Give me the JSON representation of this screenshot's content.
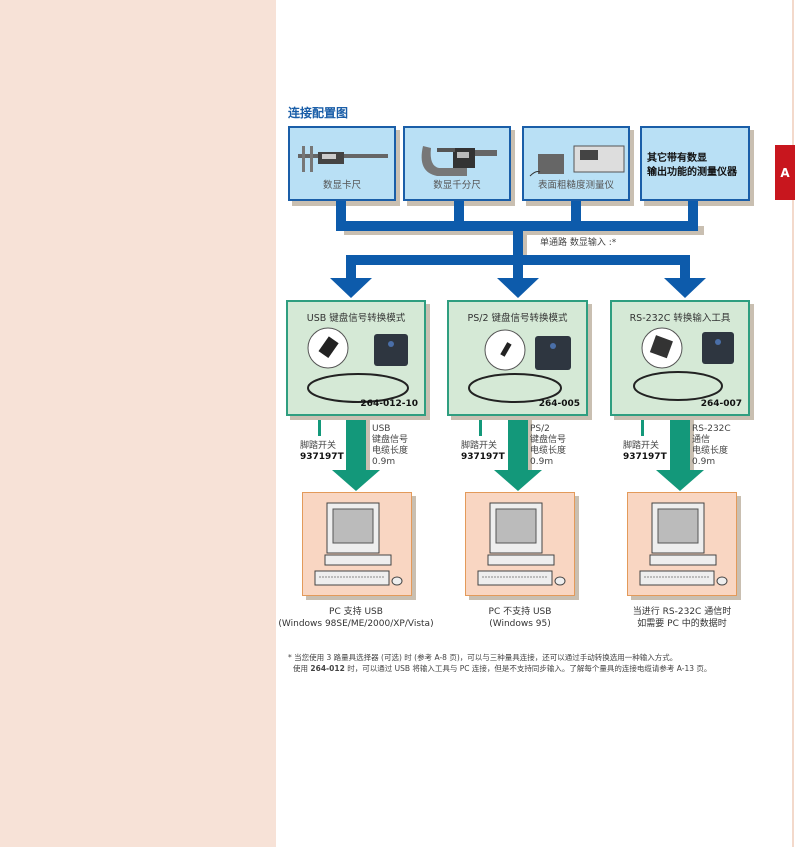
{
  "page_title": "连接配置图",
  "section_tab": "A",
  "instruments": [
    {
      "label": "数显卡尺",
      "icon": "caliper-icon"
    },
    {
      "label": "数显千分尺",
      "icon": "micrometer-icon"
    },
    {
      "label": "表面粗糙度测量仪",
      "icon": "surface-tester-icon"
    },
    {
      "label_line1": "其它带有数显",
      "label_line2": "输出功能的测量仪器"
    }
  ],
  "single_input_label": "单通路 数显输入 :*",
  "interfaces": [
    {
      "title": "USB 键盘信号转换模式",
      "model": "264-012-10",
      "footswitch": "脚踏开关",
      "footswitch_model": "937197T",
      "cable": [
        "USB",
        "键盘信号",
        "电缆长度",
        "0.9m"
      ],
      "pc_caption1": "PC 支持 USB",
      "pc_caption2": "(Windows 98SE/ME/2000/XP/Vista)"
    },
    {
      "title": "PS/2 键盘信号转换模式",
      "model": "264-005",
      "footswitch": "脚踏开关",
      "footswitch_model": "937197T",
      "cable": [
        "PS/2",
        "键盘信号",
        "电缆长度",
        "0.9m"
      ],
      "pc_caption1": "PC 不支持 USB",
      "pc_caption2": "(Windows 95)"
    },
    {
      "title": "RS-232C 转换输入工具",
      "model": "264-007",
      "footswitch": "脚踏开关",
      "footswitch_model": "937197T",
      "cable": [
        "RS-232C",
        "通信",
        "电缆长度",
        "0.9m"
      ],
      "pc_caption1": "当进行 RS-232C 通信时",
      "pc_caption2": "如需要 PC 中的数据时"
    }
  ],
  "footnote": {
    "line1": "* 当您使用 3 路量具选择器 (可选) 时 (参考 A-8 页)，可以与三种量具连接，还可以通过手动转换选用一种输入方式。",
    "line2_pre": "使用 ",
    "line2_bold": "264-012",
    "line2_post": " 时，可以通过 USB 将输入工具与 PC 连接，但是不支持同步输入。了解每个量具的连接电缆请参考 A-13 页。"
  },
  "colors": {
    "blue": "#0d5bab",
    "teal": "#13987a",
    "red": "#c8161e"
  }
}
